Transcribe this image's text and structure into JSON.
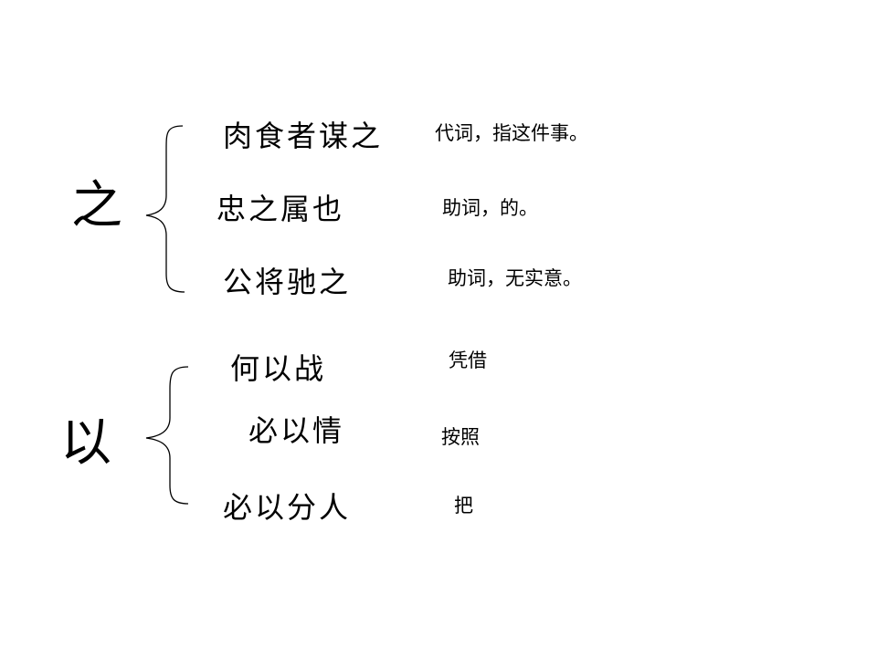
{
  "groups": [
    {
      "character": "之",
      "entries": [
        {
          "phrase": "肉食者谋之",
          "meaning": "代词，指这件事。"
        },
        {
          "phrase": "忠之属也",
          "meaning": "助词，的。"
        },
        {
          "phrase": "公将驰之",
          "meaning": "助词，无实意。"
        }
      ]
    },
    {
      "character": "以",
      "entries": [
        {
          "phrase": "何以战",
          "meaning": "凭借"
        },
        {
          "phrase": "必以情",
          "meaning": "按照"
        },
        {
          "phrase": "必以分人",
          "meaning": "把"
        }
      ]
    }
  ]
}
